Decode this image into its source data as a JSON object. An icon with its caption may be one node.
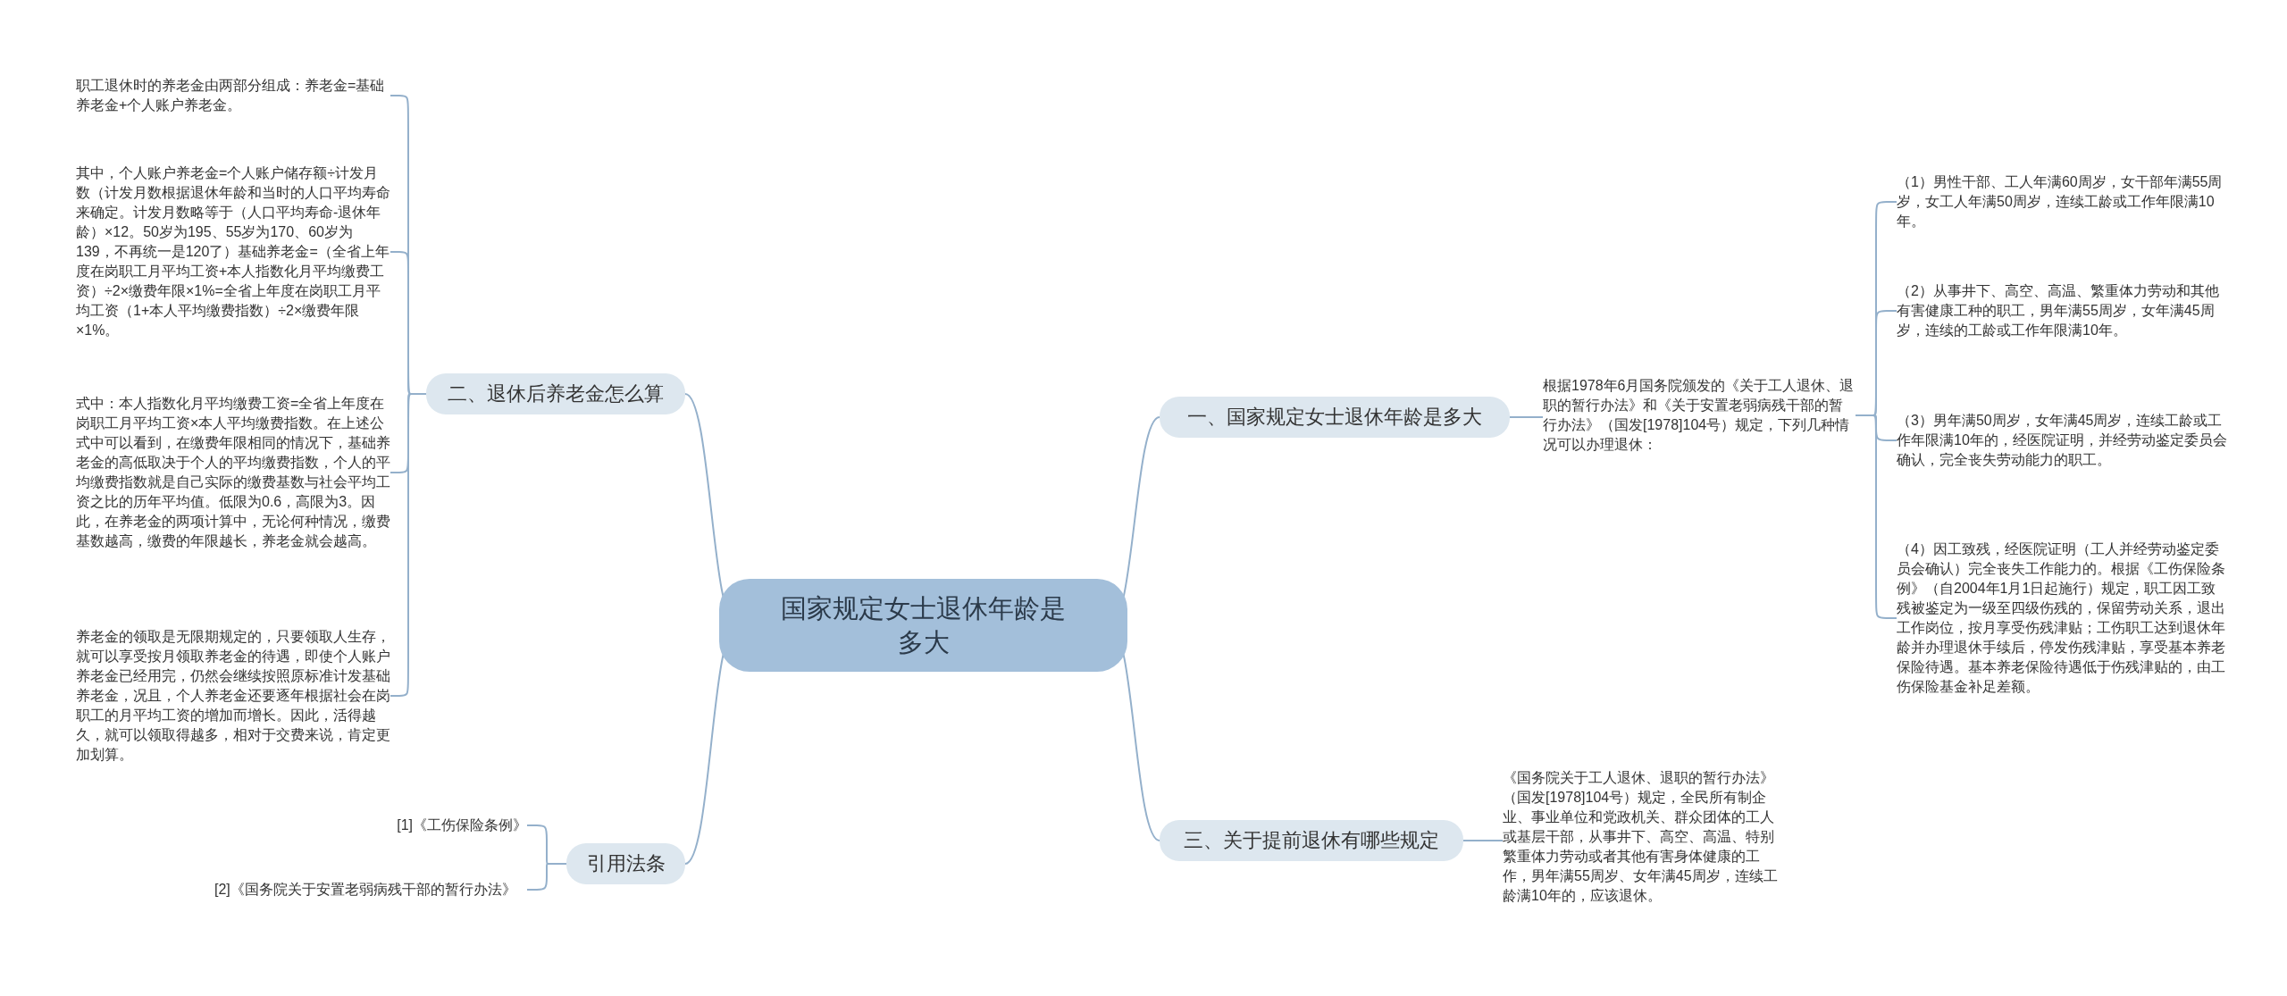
{
  "diagram": {
    "nodes": [
      {
        "text": [
          "国家规定女士退休年龄是多大"
        ]
      },
      {
        "text": [
          "一、国家规定女士退休年龄是多大"
        ]
      },
      {
        "text": [
          "根据1978年6月国务院颁发的《关于工人退休、退职的暂行办法》和《关于安置老弱病残干部的暂行办法》（国发[1978]104号）规定，下列几种情况可以办理退休："
        ]
      },
      {
        "text": [
          "（1）男性干部、工人年满60周岁，女干部年满55周岁，女工人年满50周岁，连续工龄或工作年限满10年。"
        ]
      },
      {
        "text": [
          "（2）从事井下、高空、高温、繁重体力劳动和其他有害健康工种的职工，男年满55周岁，女年满45周岁，连续的工龄或工作年限满10年。"
        ]
      },
      {
        "text": [
          "（3）男年满50周岁，女年满45周岁，连续工龄或工作年限满10年的，经医院证明，并经劳动鉴定委员会确认，完全丧失劳动能力的职工。"
        ]
      },
      {
        "text": [
          "（4）因工致残，经医院证明（工人并经劳动鉴定委员会确认）完全丧失工作能力的。根据《工伤保险条例》（自2004年1月1日起施行）规定，职工因工致残被鉴定为一级至四级伤残的，保留劳动关系，退出工作岗位，按月享受伤残津贴；工伤职工达到退休年龄并办理退休手续后，停发伤残津贴，享受基本养老保险待遇。基本养老保险待遇低于伤残津贴的，由工伤保险基金补足差额。"
        ]
      },
      {
        "text": [
          "二、退休后养老金怎么算"
        ]
      },
      {
        "text": [
          "职工退休时的养老金由两部分组成：养老金=基础养老金+个人账户养老金。"
        ]
      },
      {
        "text": [
          "其中，个人账户养老金=个人账户储存额÷计发月数（计发月数根据退休年龄和当时的人口平均寿命来确定。计发月数略等于（人口平均寿命-退休年龄）×12。50岁为195、55岁为170、60岁为139，不再统一是120了）基础养老金=（全省上年度在岗职工月平均工资+本人指数化月平均缴费工资）÷2×缴费年限×1%=全省上年度在岗职工月平均工资（1+本人平均缴费指数）÷2×缴费年限×1%。"
        ]
      },
      {
        "text": [
          "式中：本人指数化月平均缴费工资=全省上年度在岗职工月平均工资×本人平均缴费指数。在上述公式中可以看到，在缴费年限相同的情况下，基础养老金的高低取决于个人的平均缴费指数，个人的平均缴费指数就是自己实际的缴费基数与社会平均工资之比的历年平均值。低限为0.6，高限为3。因此，在养老金的两项计算中，无论何种情况，缴费基数越高，缴费的年限越长，养老金就会越高。"
        ]
      },
      {
        "text": [
          "养老金的领取是无限期规定的，只要领取人生存，就可以享受按月领取养老金的待遇，即使个人账户养老金已经用完，仍然会继续按照原标准计发基础养老金，况且，个人养老金还要逐年根据社会在岗职工的月平均工资的增加而增长。因此，活得越久，就可以领取得越多，相对于交费来说，肯定更加划算。"
        ]
      },
      {
        "text": [
          "三、关于提前退休有哪些规定"
        ]
      },
      {
        "text": [
          "《国务院关于工人退休、退职的暂行办法》（国发[1978]104号）规定，全民所有制企业、事业单位和党政机关、群众团体的工人或基层干部，从事井下、高空、高温、特别繁重体力劳动或者其他有害身体健康的工作，男年满55周岁、女年满45周岁，连续工龄满10年的，应该退休。"
        ]
      },
      {
        "text": [
          "引用法条"
        ]
      },
      {
        "text": [
          "[1]《工伤保险条例》"
        ]
      },
      {
        "text": [
          "[2]《国务院关于安置老弱病残干部的暂行办法》"
        ]
      }
    ],
    "edges": [
      {
        "from": 0,
        "to": 1,
        "arrow": "none"
      },
      {
        "from": 1,
        "to": 2,
        "arrow": "none"
      },
      {
        "from": 2,
        "to": 3,
        "arrow": "none"
      },
      {
        "from": 2,
        "to": 4,
        "arrow": "none"
      },
      {
        "from": 2,
        "to": 5,
        "arrow": "none"
      },
      {
        "from": 2,
        "to": 6,
        "arrow": "none"
      },
      {
        "from": 0,
        "to": 7,
        "arrow": "none"
      },
      {
        "from": 7,
        "to": 8,
        "arrow": "none"
      },
      {
        "from": 7,
        "to": 9,
        "arrow": "none"
      },
      {
        "from": 7,
        "to": 10,
        "arrow": "none"
      },
      {
        "from": 7,
        "to": 11,
        "arrow": "none"
      },
      {
        "from": 0,
        "to": 12,
        "arrow": "none"
      },
      {
        "from": 12,
        "to": 13,
        "arrow": "none"
      },
      {
        "from": 0,
        "to": 14,
        "arrow": "none"
      },
      {
        "from": 14,
        "to": 15,
        "arrow": "none"
      },
      {
        "from": 14,
        "to": 16,
        "arrow": "none"
      }
    ]
  }
}
